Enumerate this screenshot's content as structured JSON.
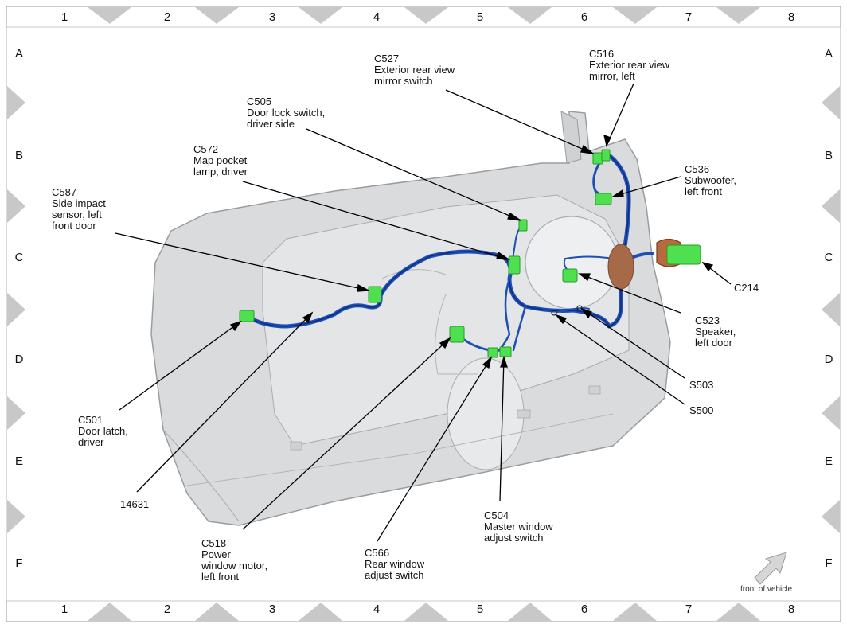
{
  "grid": {
    "columns": [
      "1",
      "2",
      "3",
      "4",
      "5",
      "6",
      "7",
      "8"
    ],
    "rows": [
      "A",
      "B",
      "C",
      "D",
      "E",
      "F"
    ]
  },
  "callouts": {
    "c527": {
      "id": "C527",
      "lines": [
        "Exterior rear view",
        "mirror switch"
      ]
    },
    "c516": {
      "id": "C516",
      "lines": [
        "Exterior rear view",
        "mirror, left"
      ]
    },
    "c505": {
      "id": "C505",
      "lines": [
        "Door lock switch,",
        "driver side"
      ]
    },
    "c572": {
      "id": "C572",
      "lines": [
        "Map pocket",
        "lamp, driver"
      ]
    },
    "c536": {
      "id": "C536",
      "lines": [
        "Subwoofer,",
        "left front"
      ]
    },
    "c587": {
      "id": "C587",
      "lines": [
        "Side impact",
        "sensor, left",
        "front door"
      ]
    },
    "c214": {
      "id": "C214",
      "lines": []
    },
    "c523": {
      "id": "C523",
      "lines": [
        "Speaker,",
        "left door"
      ]
    },
    "s503": {
      "id": "S503",
      "lines": []
    },
    "s500": {
      "id": "S500",
      "lines": []
    },
    "c501": {
      "id": "C501",
      "lines": [
        "Door latch,",
        "driver"
      ]
    },
    "h14631": {
      "id": "14631",
      "lines": []
    },
    "c518": {
      "id": "C518",
      "lines": [
        "Power",
        "window motor,",
        "left front"
      ]
    },
    "c566": {
      "id": "C566",
      "lines": [
        "Rear window",
        "adjust switch"
      ]
    },
    "c504": {
      "id": "C504",
      "lines": [
        "Master window",
        "adjust switch"
      ]
    }
  },
  "footer": {
    "orientation_note": "front of vehicle"
  },
  "colors": {
    "harness": "#1f4fb5",
    "connector": "#4ee04e",
    "grommet": "#9a5a3a",
    "door": "#d7d9db",
    "leader": "#000000"
  }
}
